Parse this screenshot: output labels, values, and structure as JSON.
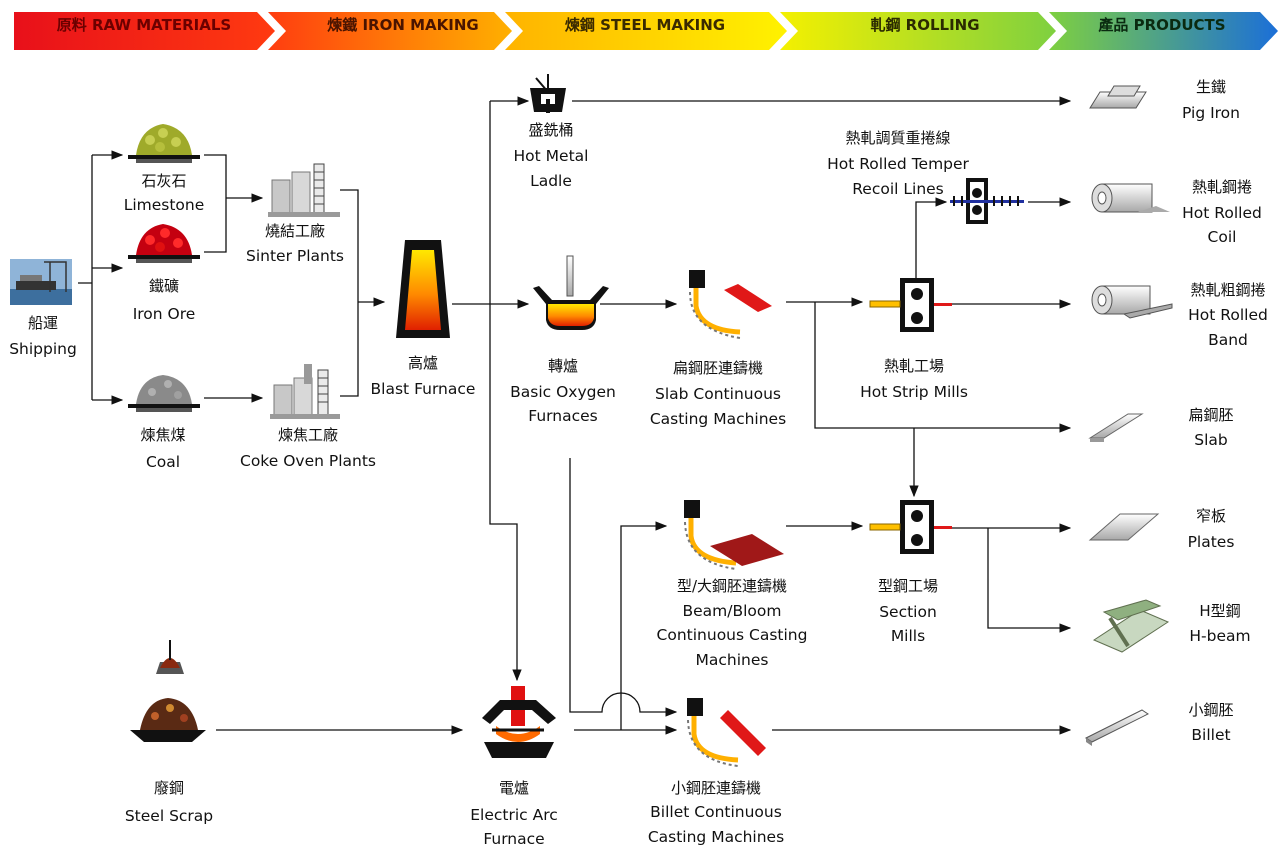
{
  "stages": [
    {
      "label": "原料 RAW MATERIALS"
    },
    {
      "label": "煉鐵 IRON MAKING"
    },
    {
      "label": "煉鋼 STEEL MAKING"
    },
    {
      "label": "軋鋼 ROLLING"
    },
    {
      "label": "產品 PRODUCTS"
    }
  ],
  "nodes": {
    "shipping": {
      "zh": "船運",
      "en": [
        "Shipping"
      ]
    },
    "limestone": {
      "zh": "石灰石",
      "en": [
        "Limestone"
      ]
    },
    "iron_ore": {
      "zh": "鐵礦",
      "en": [
        "Iron Ore"
      ]
    },
    "coal": {
      "zh": "煉焦煤",
      "en": [
        "Coal"
      ]
    },
    "sinter": {
      "zh": "燒結工廠",
      "en": [
        "Sinter Plants"
      ]
    },
    "coke": {
      "zh": "煉焦工廠",
      "en": [
        "Coke Oven Plants"
      ]
    },
    "blast": {
      "zh": "高爐",
      "en": [
        "Blast Furnace"
      ]
    },
    "ladle": {
      "zh": "盛銑桶",
      "en": [
        "Hot Metal",
        "Ladle"
      ]
    },
    "bof": {
      "zh": "轉爐",
      "en": [
        "Basic Oxygen",
        "Furnaces"
      ]
    },
    "slab_cc": {
      "zh": "扁鋼胚連鑄機",
      "en": [
        "Slab Continuous",
        "Casting Machines"
      ]
    },
    "temper": {
      "zh": "熱軋調質重捲線",
      "en": [
        "Hot Rolled Temper",
        "Recoil Lines"
      ]
    },
    "hsm": {
      "zh": "熱軋工場",
      "en": [
        "Hot Strip Mills"
      ]
    },
    "beam_cc": {
      "zh": "型/大鋼胚連鑄機",
      "en": [
        "Beam/Bloom",
        "Continuous Casting",
        "Machines"
      ]
    },
    "section": {
      "zh": "型鋼工場",
      "en": [
        "Section",
        "Mills"
      ]
    },
    "scrap": {
      "zh": "廢鋼",
      "en": [
        "Steel Scrap"
      ]
    },
    "eaf": {
      "zh": "電爐",
      "en": [
        "Electric Arc",
        "Furnace"
      ]
    },
    "billet_cc": {
      "zh": "小鋼胚連鑄機",
      "en": [
        "Billet Continuous",
        "Casting Machines"
      ]
    },
    "pig_iron": {
      "zh": "生鐵",
      "en": [
        "Pig Iron"
      ]
    },
    "hr_coil": {
      "zh": "熱軋鋼捲",
      "en": [
        "Hot Rolled",
        "Coil"
      ]
    },
    "hr_band": {
      "zh": "熱軋粗鋼捲",
      "en": [
        "Hot Rolled",
        "Band"
      ]
    },
    "slab": {
      "zh": "扁鋼胚",
      "en": [
        "Slab"
      ]
    },
    "plates": {
      "zh": "窄板",
      "en": [
        "Plates"
      ]
    },
    "hbeam": {
      "zh": "H型鋼",
      "en": [
        "H-beam"
      ]
    },
    "billet": {
      "zh": "小鋼胚",
      "en": [
        "Billet"
      ]
    }
  }
}
